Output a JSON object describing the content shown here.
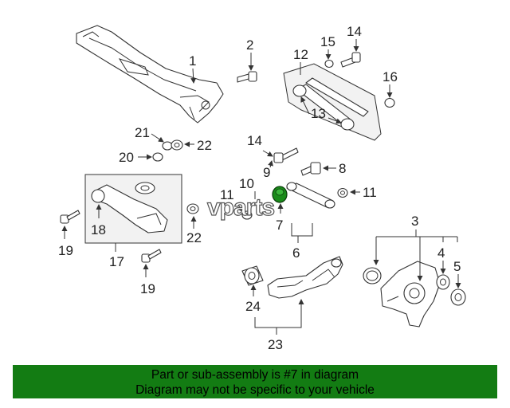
{
  "callouts": {
    "c1": "1",
    "c2": "2",
    "c3": "3",
    "c4": "4",
    "c5": "5",
    "c6": "6",
    "c7": "7",
    "c8": "8",
    "c9": "9",
    "c10": "10",
    "c11a": "11",
    "c11b": "11",
    "c12": "12",
    "c13": "13",
    "c14a": "14",
    "c14b": "14",
    "c15": "15",
    "c16": "16",
    "c17": "17",
    "c18": "18",
    "c19a": "19",
    "c19b": "19",
    "c20": "20",
    "c21": "21",
    "c22a": "22",
    "c22b": "22",
    "c23": "23",
    "c24": "24"
  },
  "highlighted_part": "7",
  "highlight_color": "#1a8c1a",
  "watermark": "vparts",
  "footer": {
    "line1": "Part or sub-assembly is #7 in diagram",
    "line2": "Diagram may not be specific to your vehicle",
    "background": "#137c13"
  }
}
